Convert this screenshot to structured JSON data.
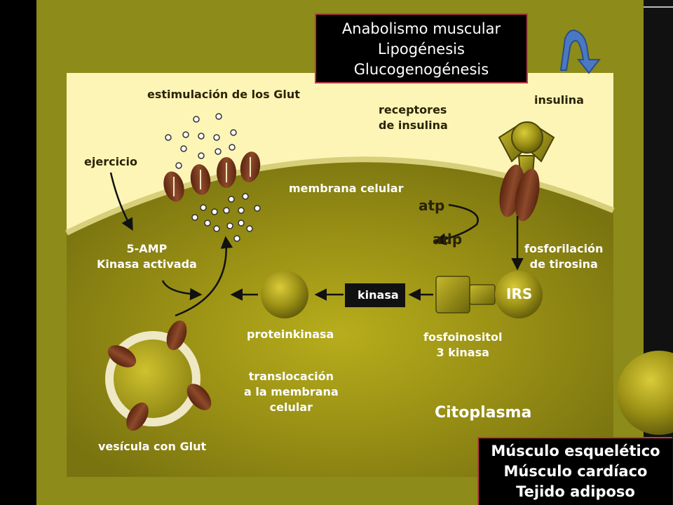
{
  "labels": {
    "glut_stimulation": "estimulación de los Glut",
    "insulin_receptors": [
      "receptores",
      "de insulina"
    ],
    "insulin": "insulina",
    "exercise": "ejercicio",
    "cell_membrane": "membrana celular",
    "atp": "atp",
    "adp": "adp",
    "amp_kinase": [
      "5-AMP",
      "Kinasa activada"
    ],
    "tyrosine_phosphorylation": [
      "fosforilación",
      "de tirosina"
    ],
    "kinase": "kinasa",
    "irs": "IRS",
    "proteinkinase": "proteinkinasa",
    "pi3k": [
      "fosfoinositol",
      "3 kinasa"
    ],
    "translocation": [
      "translocación",
      "a la membrana",
      "celular"
    ],
    "cytoplasm": "Citoplasma",
    "glut_vesicle": "vesícula con Glut"
  },
  "info_box_top": [
    "Anabolismo muscular",
    "Lipogénesis",
    "Glucogenogénesis"
  ],
  "info_box_bottom": [
    "Músculo esquelético",
    "Músculo cardíaco",
    "Tejido adiposo"
  ],
  "colors": {
    "header_olive": "#8d8b1a",
    "panel_cream": "#fdf5b6",
    "cytoplasm_olive": "#837d12",
    "cytoplasm_center": "#b1a81a",
    "glut_brown": "#7a3a1e",
    "box_border": "#c0394b",
    "arrow_blue": "#4a78c2"
  }
}
